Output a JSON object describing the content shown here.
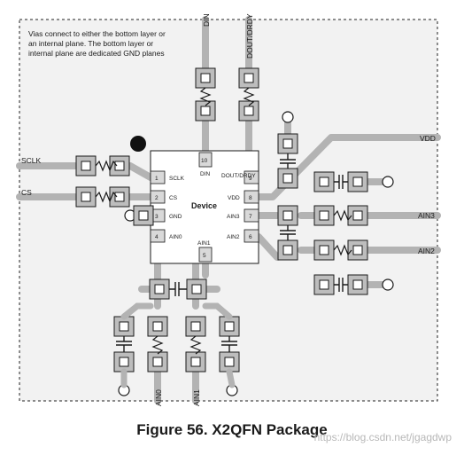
{
  "note": {
    "lines": [
      "Vias connect to either the bottom layer or",
      "an internal plane. The bottom layer or",
      "internal plane are dedicated GND planes"
    ]
  },
  "device": {
    "label": "Device",
    "pins": [
      {
        "num": "1",
        "name": "SCLK"
      },
      {
        "num": "2",
        "name": "CS"
      },
      {
        "num": "3",
        "name": "GND"
      },
      {
        "num": "4",
        "name": "AIN0"
      },
      {
        "num": "5",
        "name": "AIN1"
      },
      {
        "num": "6",
        "name": "AIN2"
      },
      {
        "num": "7",
        "name": "AIN3"
      },
      {
        "num": "8",
        "name": "VDD"
      },
      {
        "num": "9",
        "name": "DOUT/DRDY"
      },
      {
        "num": "10",
        "name": "DIN"
      }
    ]
  },
  "nets": {
    "sclk": "SCLK",
    "cs": "CS",
    "din": "DIN",
    "dout": "DOUT/DRDY",
    "vdd": "VDD",
    "ain3": "AIN3",
    "ain2": "AIN2",
    "ain0": "AIN0",
    "ain1": "AIN1"
  },
  "caption": "Figure 56.  X2QFN Package",
  "watermark": "https://blog.csdn.net/jgagdwp",
  "colors": {
    "trace": "#b3b3b3",
    "pad": "#bdbdbd",
    "chip": "#ffffff",
    "outline": "#1a1a1a"
  }
}
